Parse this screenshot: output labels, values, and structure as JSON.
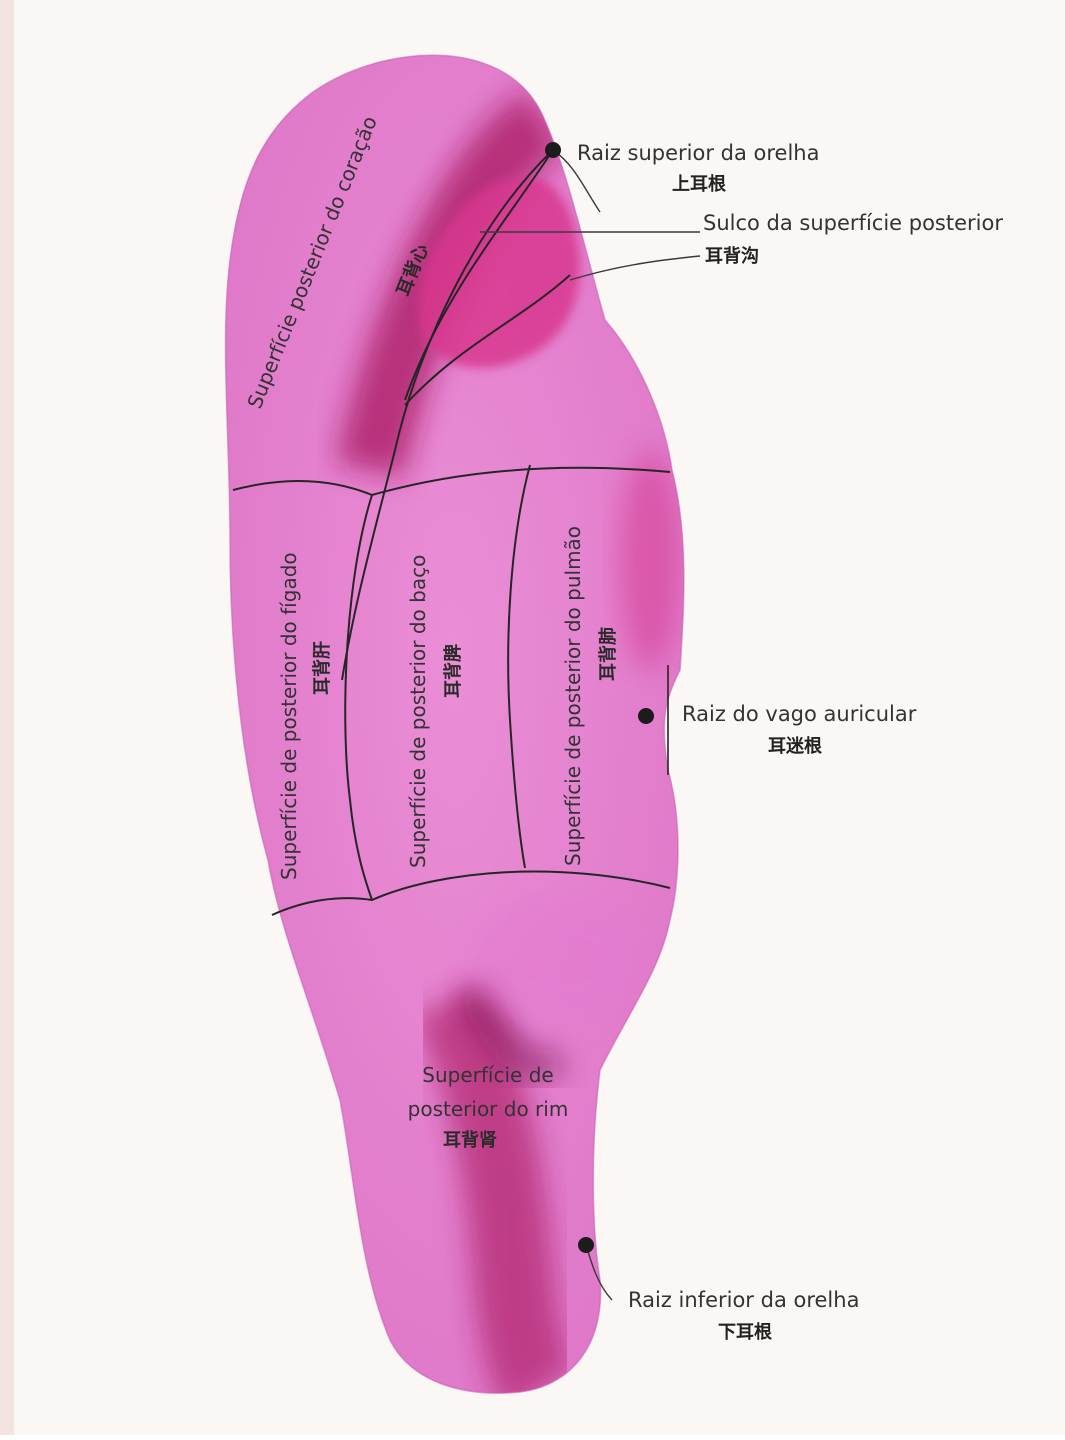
{
  "colors": {
    "page_bg": "#fbf7f4",
    "ear_fill": "#e680cf",
    "ear_dark": "#c01a6a",
    "line": "#262626"
  },
  "labels": {
    "raiz_superior": {
      "pt": "Raiz superior da orelha",
      "cn": "上耳根"
    },
    "sulco": {
      "pt": "Sulco da superfície posterior",
      "cn": "耳背沟"
    },
    "vago": {
      "pt": "Raiz do vago auricular",
      "cn": "耳迷根"
    },
    "raiz_inferior": {
      "pt": "Raiz inferior da orelha",
      "cn": "下耳根"
    }
  },
  "regions": {
    "coracao": {
      "pt": "Superfície posterior do coração",
      "cn": "耳背心"
    },
    "figado": {
      "pt": "Superfície de posterior do fígado",
      "cn": "耳背肝"
    },
    "baco": {
      "pt": "Superfície de posterior do baço",
      "cn": "耳背脾"
    },
    "pulmao": {
      "pt": "Superfície de posterior do pulmão",
      "cn": "耳背肺"
    },
    "rim": {
      "line1": "Superfície de",
      "line2": "posterior do rim",
      "cn": "耳背肾"
    }
  }
}
